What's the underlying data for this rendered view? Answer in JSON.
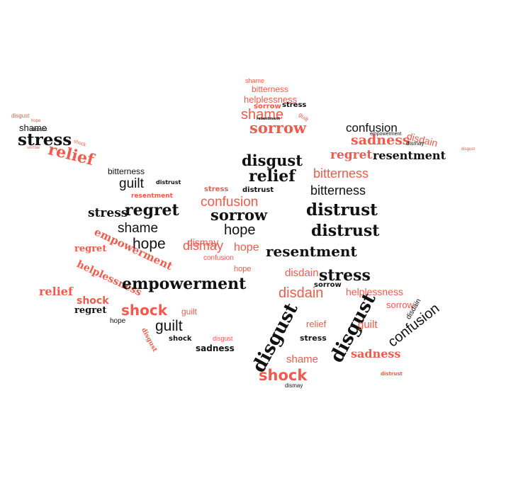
{
  "colors": {
    "black": "#111111",
    "coral": "#ef5b4c"
  },
  "words": [
    {
      "text": "shame",
      "c": "coral"
    },
    {
      "text": "bitterness",
      "c": "coral"
    },
    {
      "text": "helplessness",
      "c": "coral"
    },
    {
      "text": "sorrow",
      "c": "coral"
    },
    {
      "text": "stress",
      "c": "black"
    },
    {
      "text": "shame",
      "c": "coral"
    },
    {
      "text": "sorrow",
      "c": "coral"
    },
    {
      "text": "resentment",
      "c": "black"
    },
    {
      "text": "guilt",
      "c": "coral"
    },
    {
      "text": "confusion",
      "c": "black"
    },
    {
      "text": "sadness",
      "c": "coral"
    },
    {
      "text": "empowerment",
      "c": "black"
    },
    {
      "text": "disdain",
      "c": "coral"
    },
    {
      "text": "dismay",
      "c": "black"
    },
    {
      "text": "regret",
      "c": "coral"
    },
    {
      "text": "resentment",
      "c": "black"
    },
    {
      "text": "disgust",
      "c": "coral"
    },
    {
      "text": "hope",
      "c": "coral"
    },
    {
      "text": "distrust",
      "c": "black"
    },
    {
      "text": "shame",
      "c": "black"
    },
    {
      "text": "disgust",
      "c": "coral"
    },
    {
      "text": "stress",
      "c": "black"
    },
    {
      "text": "relief",
      "c": "coral"
    },
    {
      "text": "sorrow",
      "c": "coral"
    },
    {
      "text": "shock",
      "c": "coral"
    },
    {
      "text": "disgust",
      "c": "black"
    },
    {
      "text": "relief",
      "c": "black"
    },
    {
      "text": "bitterness",
      "c": "black"
    },
    {
      "text": "guilt",
      "c": "black"
    },
    {
      "text": "distrust",
      "c": "black"
    },
    {
      "text": "resentment",
      "c": "coral"
    },
    {
      "text": "stress",
      "c": "coral"
    },
    {
      "text": "confusion",
      "c": "coral"
    },
    {
      "text": "sorrow",
      "c": "black"
    },
    {
      "text": "distrust",
      "c": "black"
    },
    {
      "text": "bitterness",
      "c": "coral"
    },
    {
      "text": "bitterness",
      "c": "black"
    },
    {
      "text": "distrust",
      "c": "black"
    },
    {
      "text": "stress",
      "c": "black"
    },
    {
      "text": "regret",
      "c": "black"
    },
    {
      "text": "shame",
      "c": "black"
    },
    {
      "text": "hope",
      "c": "black"
    },
    {
      "text": "distrust",
      "c": "black"
    },
    {
      "text": "hope",
      "c": "black"
    },
    {
      "text": "dismay",
      "c": "coral"
    },
    {
      "text": "hope",
      "c": "coral"
    },
    {
      "text": "resentment",
      "c": "black"
    },
    {
      "text": "empowerment",
      "c": "coral"
    },
    {
      "text": "regret",
      "c": "coral"
    },
    {
      "text": "helplessness",
      "c": "coral"
    },
    {
      "text": "empowerment",
      "c": "black"
    },
    {
      "text": "stress",
      "c": "black"
    },
    {
      "text": "disdain",
      "c": "coral"
    },
    {
      "text": "relief",
      "c": "coral"
    },
    {
      "text": "shock",
      "c": "coral"
    },
    {
      "text": "shock",
      "c": "coral"
    },
    {
      "text": "helplessness",
      "c": "coral"
    },
    {
      "text": "guilt",
      "c": "black"
    },
    {
      "text": "disdain",
      "c": "coral"
    },
    {
      "text": "sorrow",
      "c": "coral"
    },
    {
      "text": "disgust",
      "c": "black"
    },
    {
      "text": "disgust",
      "c": "black"
    },
    {
      "text": "confusion",
      "c": "black"
    },
    {
      "text": "sadness",
      "c": "coral"
    },
    {
      "text": "shock",
      "c": "coral"
    },
    {
      "text": "shame",
      "c": "coral"
    },
    {
      "text": "sadness",
      "c": "black"
    },
    {
      "text": "dismay",
      "c": "black"
    },
    {
      "text": "distrust",
      "c": "coral"
    },
    {
      "text": "regret",
      "c": "black"
    },
    {
      "text": "hope",
      "c": "black"
    },
    {
      "text": "shock",
      "c": "black"
    },
    {
      "text": "guilt",
      "c": "coral"
    },
    {
      "text": "dismay",
      "c": "coral"
    },
    {
      "text": "confusion",
      "c": "coral"
    },
    {
      "text": "relief",
      "c": "coral"
    },
    {
      "text": "disgust",
      "c": "coral"
    },
    {
      "text": "hope",
      "c": "coral"
    },
    {
      "text": "sorrow",
      "c": "black"
    },
    {
      "text": "guilt",
      "c": "coral"
    },
    {
      "text": "disdain",
      "c": "black"
    },
    {
      "text": "stress",
      "c": "black"
    },
    {
      "text": "disgust",
      "c": "coral"
    }
  ]
}
